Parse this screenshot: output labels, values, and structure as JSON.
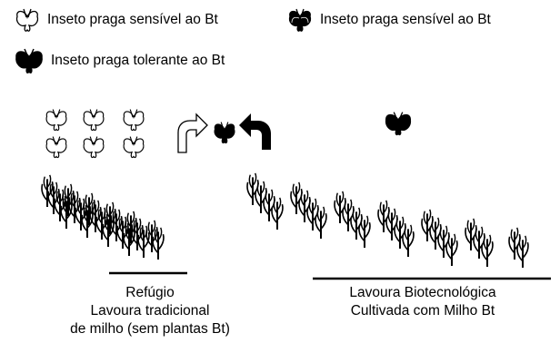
{
  "legend": [
    {
      "label": "Inseto praga sensível ao Bt",
      "icon": "outline-moth-icon"
    },
    {
      "label": "Inseto praga sensível ao Bt",
      "icon": "black-moth-icon"
    },
    {
      "label": "Inseto praga tolerante ao Bt",
      "icon": "bold-black-moth-icon"
    }
  ],
  "refugio": {
    "title": "Refúgio",
    "line1": "Lavoura tradicional",
    "line2": "de milho (sem plantas Bt)"
  },
  "bt_field": {
    "line1": "Lavoura Biotecnológica",
    "line2": "Cultivada com Milho Bt"
  }
}
